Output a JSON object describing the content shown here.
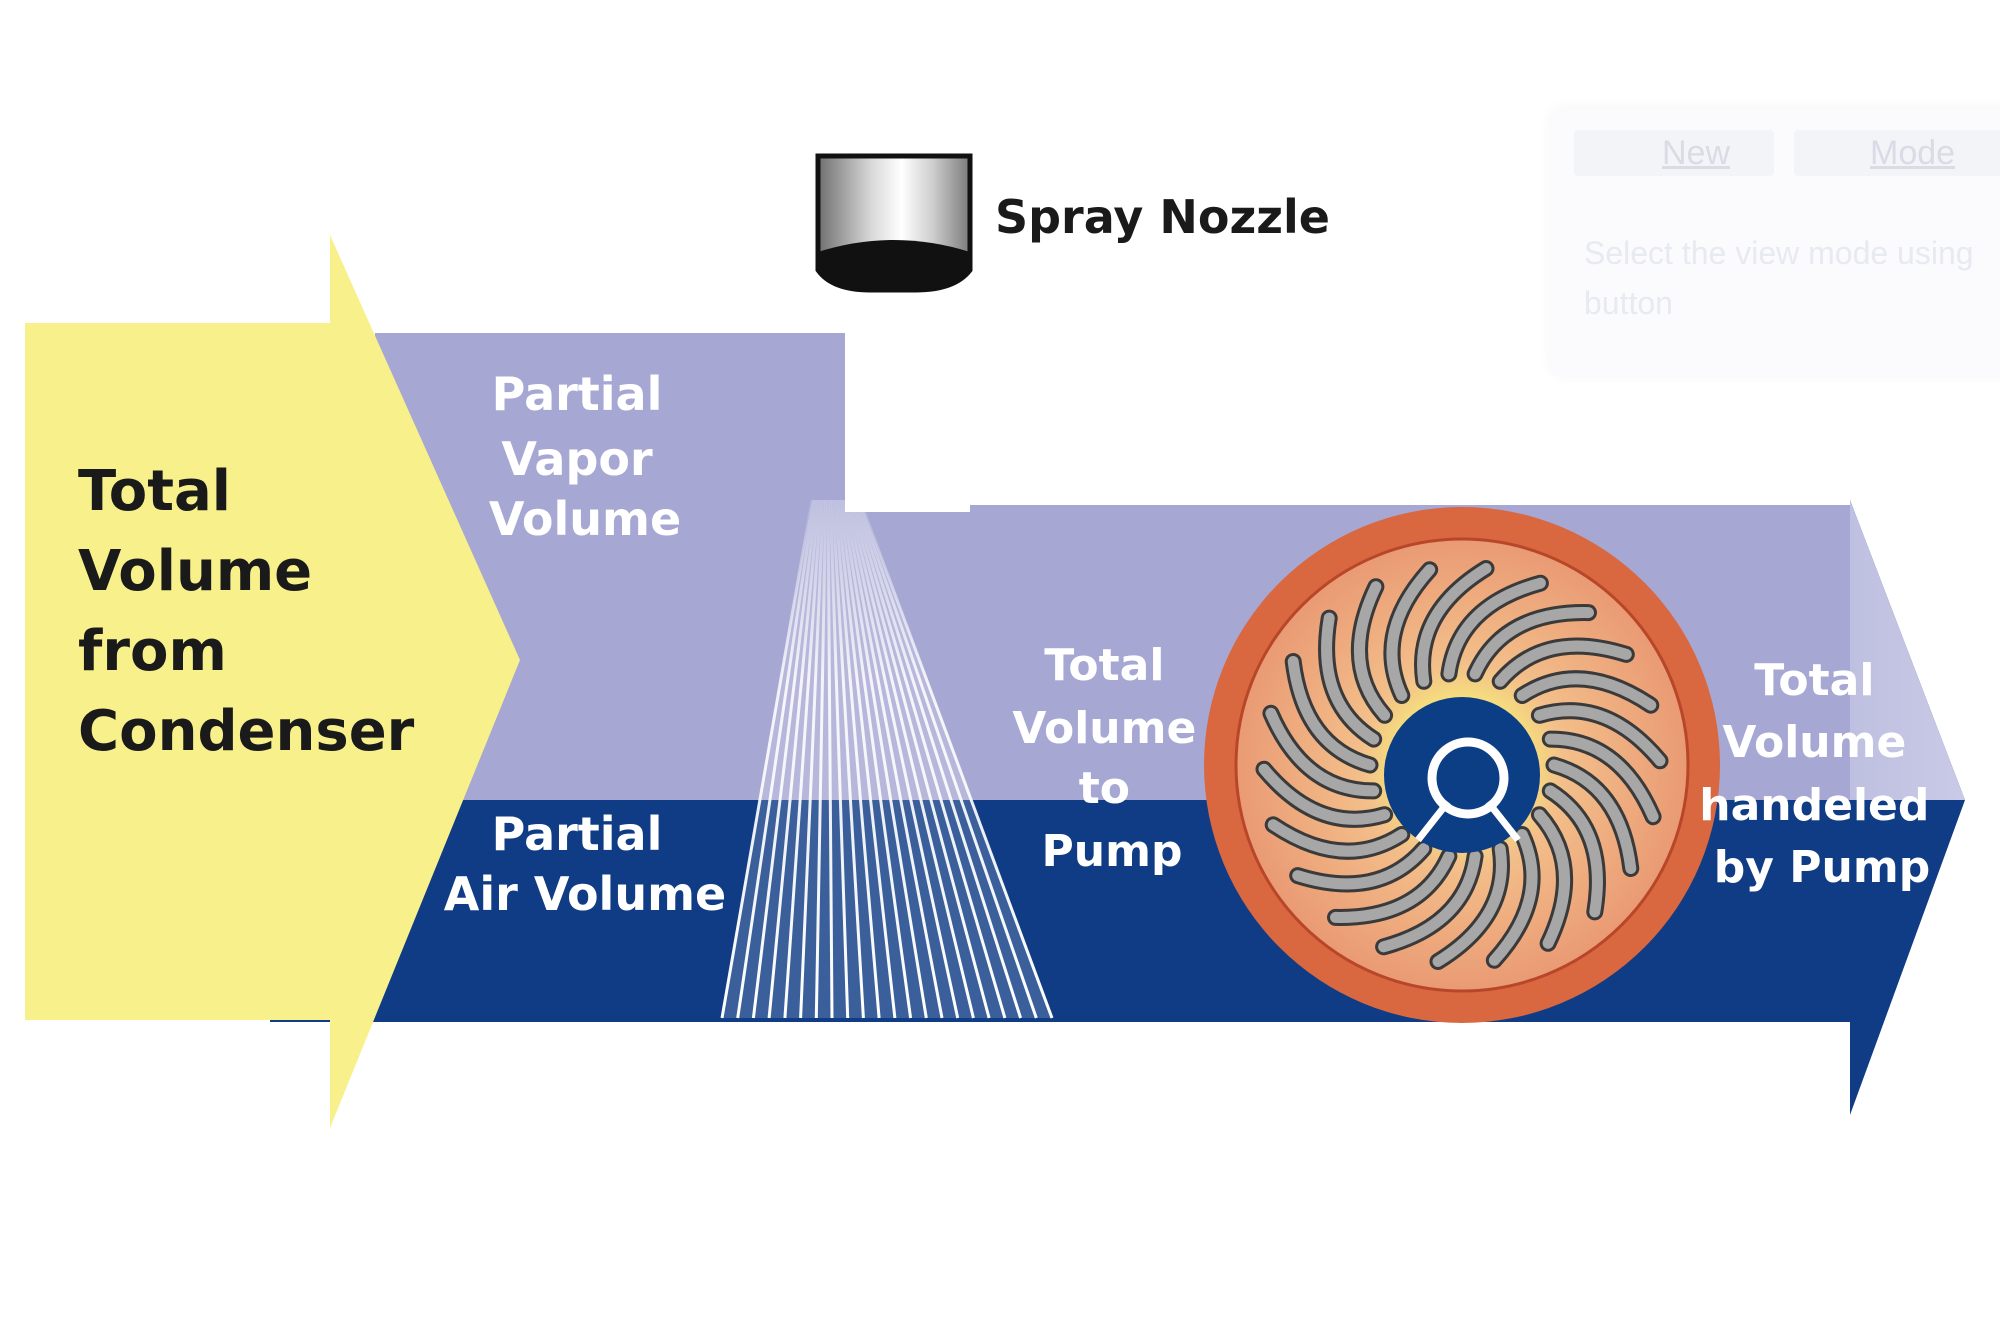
{
  "diagram": {
    "inlet_label": [
      "Total",
      "Volume",
      "from",
      "Condenser"
    ],
    "vapor_label": [
      "Partial",
      "Vapor",
      "Volume"
    ],
    "air_label": [
      "Partial",
      "Air Volume"
    ],
    "nozzle_label": "Spray Nozzle",
    "pump_inlet_label": [
      "Total",
      "Volume",
      "to",
      "Pump"
    ],
    "outlet_label": [
      "Total",
      "Volume",
      "handeled",
      "by Pump"
    ],
    "colors": {
      "inlet_yellow": "#f8f08a",
      "vapor_lavender": "#a6a8d3",
      "air_navy": "#0f3c84",
      "pump_ring": "#d9673f",
      "pump_face": "#ea9a74",
      "pump_glow": "#f6e879",
      "blade_gray": "#a7a7a7",
      "hub_navy": "#0c3e86"
    }
  },
  "overlay_panel": {
    "tab_new": "New",
    "tab_mode": "Mode",
    "hint": "Select the view mode using button"
  }
}
